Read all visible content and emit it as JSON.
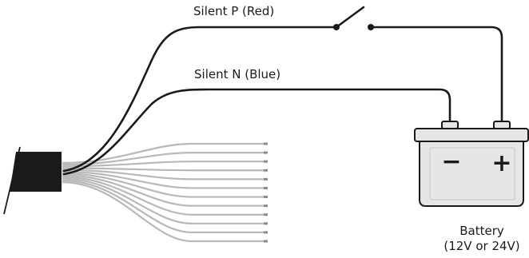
{
  "wires": {
    "positive_label": "Silent P  (Red)",
    "negative_label": "Silent N  (Blue)"
  },
  "battery": {
    "label": "Battery",
    "voltage": "(12V or 24V)",
    "minus_symbol": "−",
    "plus_symbol": "+"
  },
  "harness": {
    "loose_wire_count": 12
  },
  "colors": {
    "wire": "#1a1a1a",
    "loose_wire": "#b8b8b8",
    "battery_body": "#e6e6e6",
    "battery_outline": "#1a1a1a"
  }
}
